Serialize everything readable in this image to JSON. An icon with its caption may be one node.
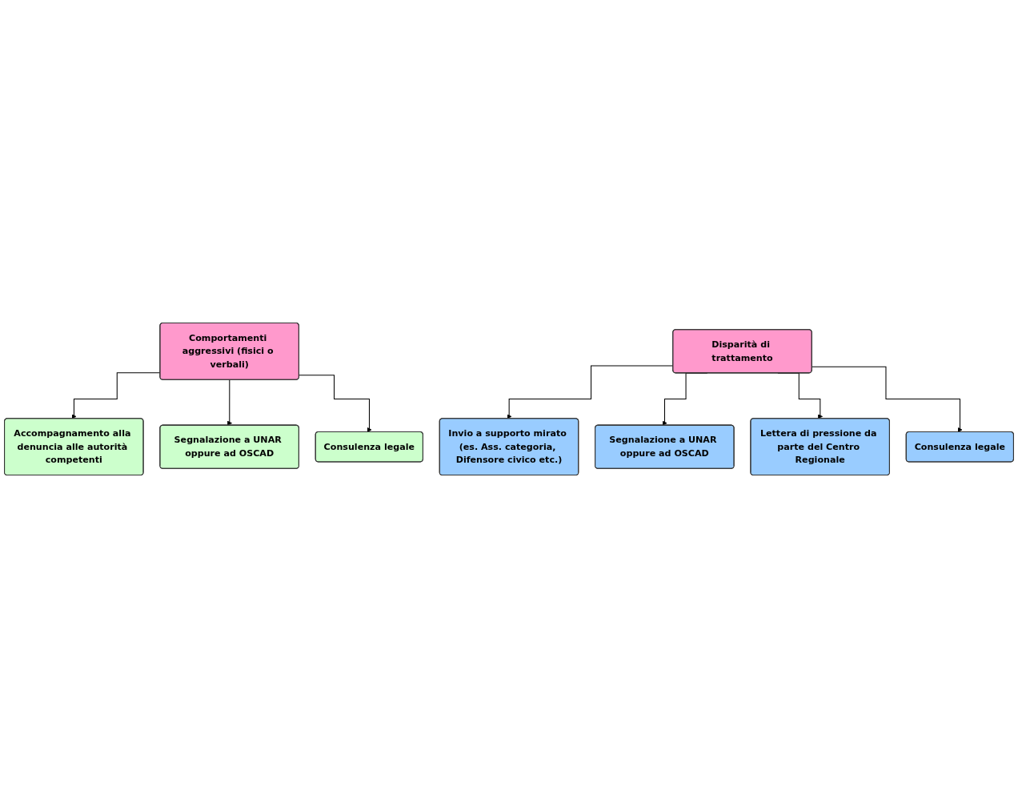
{
  "diagram": {
    "nodes": [
      {
        "text": [
          "Comportamenti aggressivi (fisici o verbali)"
        ]
      },
      {
        "text": [
          "Disparità di trattamento"
        ]
      },
      {
        "text": [
          "Accompagnamento alla denuncia alle autorità competenti"
        ]
      },
      {
        "text": [
          "Segnalazione a UNAR oppure ad OSCAD"
        ]
      },
      {
        "text": [
          "Consulenza legale"
        ]
      },
      {
        "text": [
          "Invio a supporto mirato (es. Ass. categoria, Difensore civico etc.)"
        ]
      },
      {
        "text": [
          "Segnalazione a UNAR oppure ad OSCAD"
        ]
      },
      {
        "text": [
          "Lettera di pressione da parte del Centro Regionale"
        ]
      },
      {
        "text": [
          "Consulenza legale"
        ]
      }
    ],
    "edges": [
      {
        "from": 0,
        "to": 2,
        "arrow": "to"
      },
      {
        "from": 0,
        "to": 3,
        "arrow": "to"
      },
      {
        "from": 0,
        "to": 4,
        "arrow": "to"
      },
      {
        "from": 1,
        "to": 5,
        "arrow": "to"
      },
      {
        "from": 1,
        "to": 6,
        "arrow": "to"
      },
      {
        "from": 1,
        "to": 7,
        "arrow": "to"
      },
      {
        "from": 1,
        "to": 8,
        "arrow": "to"
      }
    ]
  }
}
